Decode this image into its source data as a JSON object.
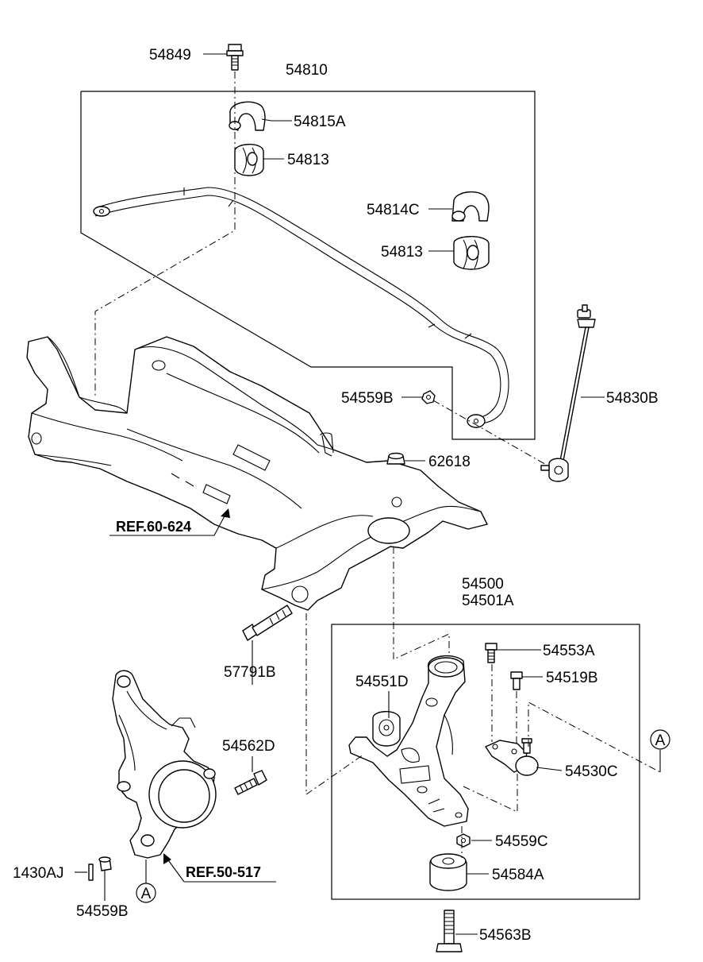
{
  "labels": {
    "p54849": "54849",
    "p54810": "54810",
    "p54815A": "54815A",
    "p54813a": "54813",
    "p54814C": "54814C",
    "p54813b": "54813",
    "p54559Ba": "54559B",
    "p54830B": "54830B",
    "p62618": "62618",
    "ref60": "REF.60-624",
    "p54500": "54500",
    "p54501A": "54501A",
    "p57791B": "57791B",
    "p54553A": "54553A",
    "p54551D": "54551D",
    "p54519B": "54519B",
    "calloutA1": "A",
    "p54562D": "54562D",
    "p54530C": "54530C",
    "p54559C": "54559C",
    "p1430AJ": "1430AJ",
    "ref50": "REF.50-517",
    "p54584A": "54584A",
    "calloutA2": "A",
    "p54559Bb": "54559B",
    "p54563B": "54563B"
  }
}
